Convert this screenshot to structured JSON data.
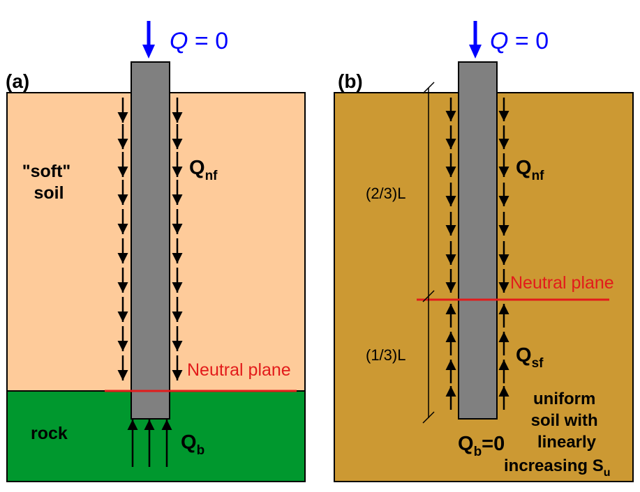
{
  "panels": [
    {
      "id": "a",
      "tag": "(a)",
      "top_load": {
        "symbol": "Q",
        "rest": " = 0"
      },
      "soil_label_lines": [
        "\"soft\"",
        "soil"
      ],
      "rock_label": "rock",
      "side_force": {
        "main": "Q",
        "sub": "nf"
      },
      "base_force": {
        "main": "Q",
        "sub": "b"
      },
      "neutral_plane_label": "Neutral plane"
    },
    {
      "id": "b",
      "tag": "(b)",
      "top_load": {
        "symbol": "Q",
        "rest": " = 0"
      },
      "upper_length_label": "(2/3)L",
      "lower_length_label": "(1/3)L",
      "side_force_upper": {
        "main": "Q",
        "sub": "nf"
      },
      "side_force_lower": {
        "main": "Q",
        "sub": "sf"
      },
      "base_force": {
        "main": "Q",
        "sub": "b",
        "rest": "=0"
      },
      "neutral_plane_label": "Neutral plane",
      "soil_desc_lines": [
        "uniform",
        "soil with",
        "linearly"
      ],
      "soil_desc_last": {
        "main": "increasing S",
        "sub": "u"
      }
    }
  ],
  "colors": {
    "soft_soil": "#FECB9A",
    "rock": "#00982E",
    "uniform_soil": "#CC9933",
    "pile": "#808080",
    "neutral_line": "#E21B1B",
    "load_arrow": "#0000FF",
    "outline": "#000000"
  }
}
